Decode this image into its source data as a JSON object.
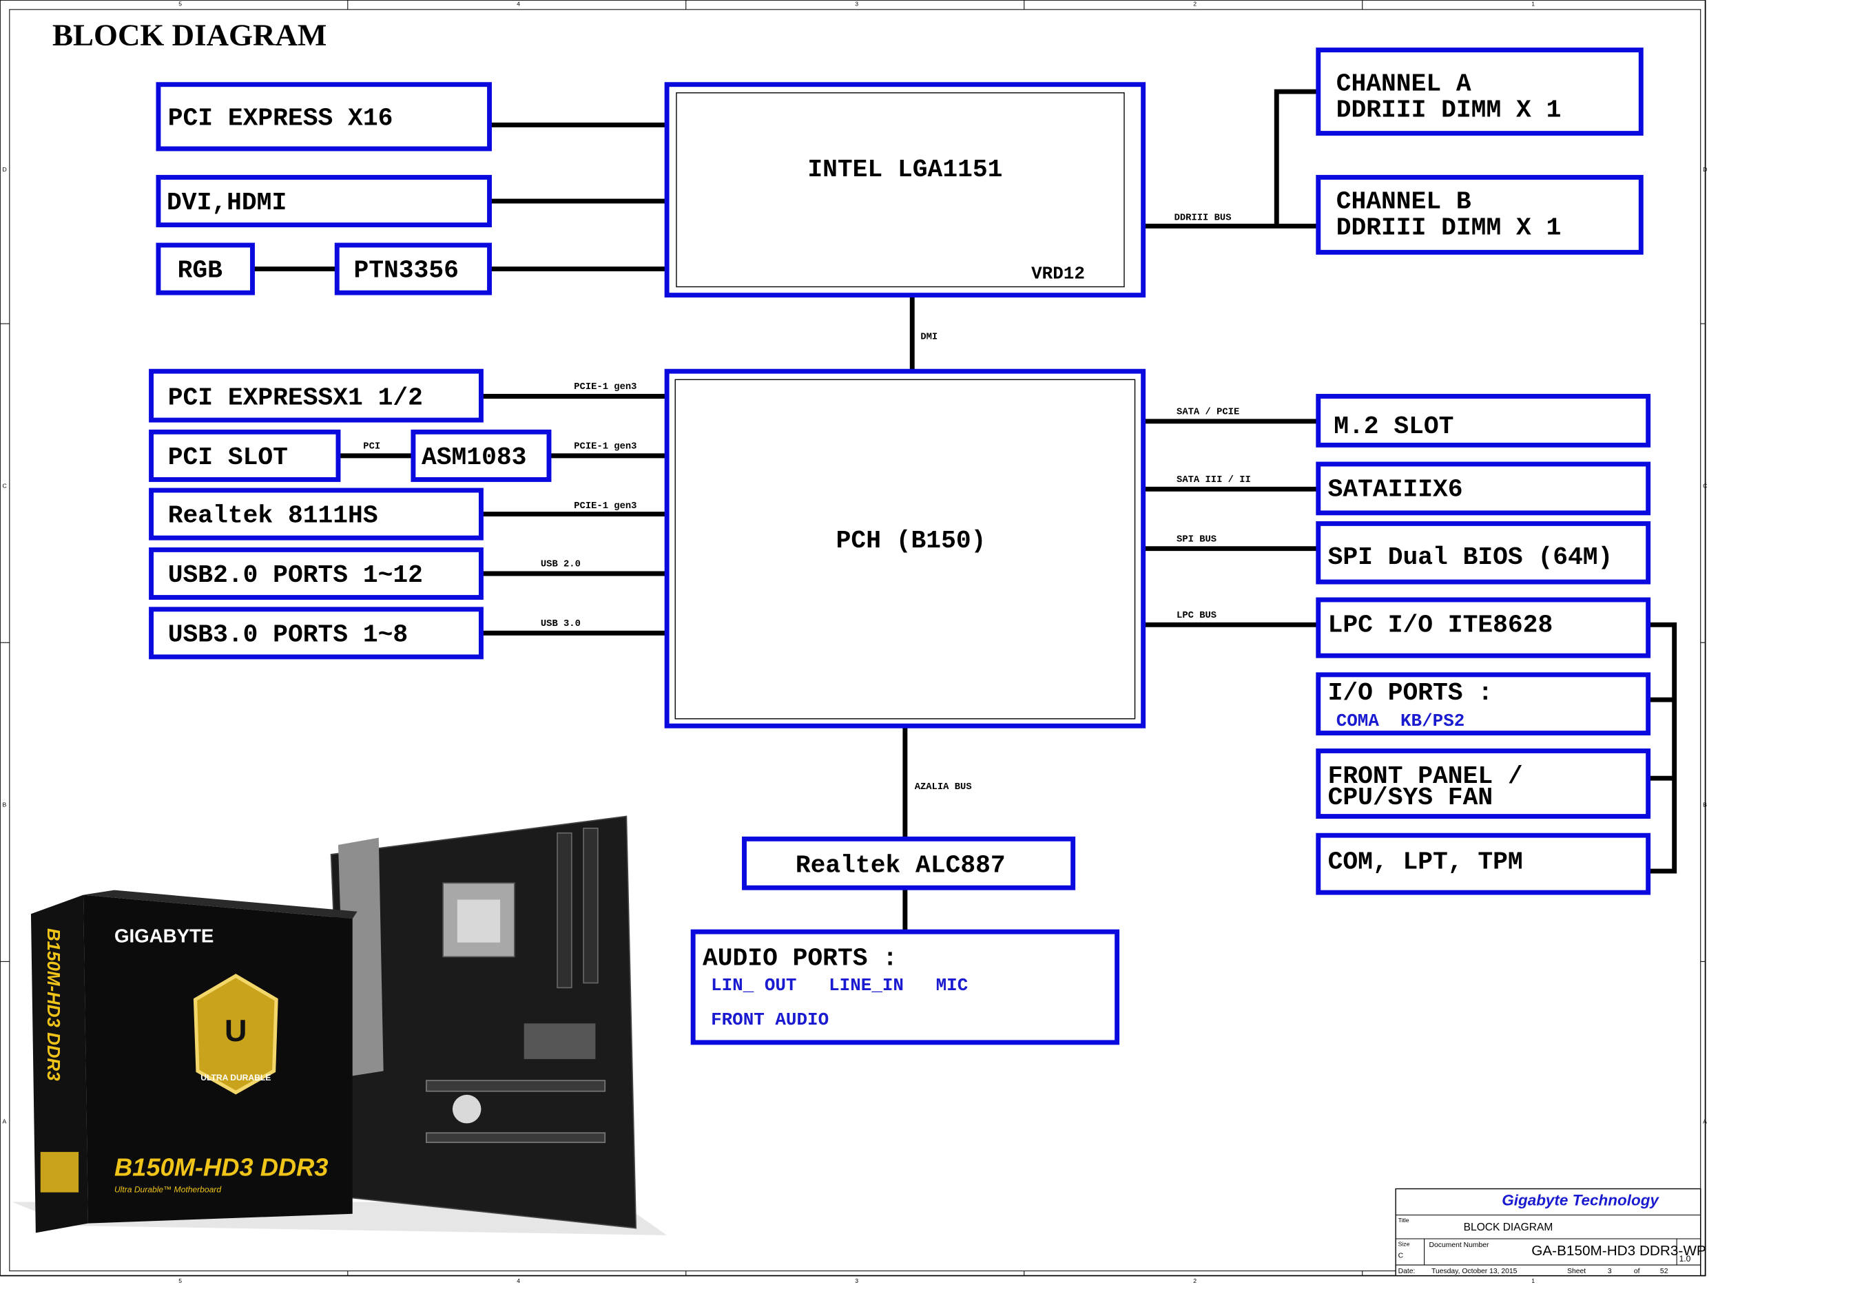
{
  "title": "BLOCK DIAGRAM",
  "border_marks": {
    "columns": [
      "5",
      "4",
      "3",
      "2",
      "1"
    ],
    "rows": [
      "D",
      "C",
      "B",
      "A"
    ]
  },
  "cpu": {
    "label": "INTEL LGA1151",
    "sublabel": "VRD12"
  },
  "pch": {
    "label": "PCH (B150)"
  },
  "left_cpu_blocks": {
    "pcie16": "PCI EXPRESS X16",
    "dvi": "DVI,HDMI",
    "rgb": "RGB",
    "ptn": "PTN3356"
  },
  "memory": {
    "channel_a": [
      "CHANNEL A",
      "DDRIII DIMM X 1"
    ],
    "channel_b": [
      "CHANNEL B",
      "DDRIII DIMM X 1"
    ],
    "bus_label": "DDRIII BUS"
  },
  "dmi_label": "DMI",
  "left_pch_blocks": {
    "pcie1": "PCI EXPRESSX1 1/2",
    "pci_slot": "PCI SLOT",
    "asm": "ASM1083",
    "realtek_lan": "Realtek 8111HS",
    "usb2": "USB2.0 PORTS 1~12",
    "usb3": "USB3.0 PORTS 1~8"
  },
  "left_bus_labels": {
    "pcie_gen3_1": "PCIE-1 gen3",
    "pcie_gen3_2": "PCIE-1 gen3",
    "pcie_gen3_3": "PCIE-1 gen3",
    "pci": "PCI",
    "usb2": "USB 2.0",
    "usb3": "USB 3.0"
  },
  "right_pch_blocks": {
    "m2": "M.2 SLOT",
    "sata": "SATAIIIX6",
    "spi": "SPI Dual BIOS (64M)",
    "lpc": "LPC I/O ITE8628",
    "io_ports": "I/O PORTS :",
    "io_sub": "COMA  KB/PS2",
    "front_panel": [
      "FRONT PANEL /",
      "CPU/SYS FAN"
    ],
    "com": "COM, LPT, TPM"
  },
  "right_bus_labels": {
    "sata_pcie": "SATA / PCIE",
    "sata3": "SATA III / II",
    "spi": "SPI BUS",
    "lpc": "LPC BUS"
  },
  "audio": {
    "bus_label": "AZALIA BUS",
    "codec": "Realtek ALC887",
    "ports_title": "AUDIO PORTS :",
    "ports_line1": "LIN_ OUT   LINE_IN   MIC",
    "ports_line2": "FRONT AUDIO"
  },
  "product": {
    "brand": "GIGABYTE",
    "model": "B150M-HD3 DDR3",
    "badge": "ULTRA DURABLE",
    "tagline": "Ultra Durable™ Motherboard"
  },
  "title_block": {
    "company": "Gigabyte Technology",
    "title_label": "Title",
    "title": "BLOCK DIAGRAM",
    "size_label": "Size",
    "size": "C",
    "docnum_label": "Document Number",
    "docnum": "GA-B150M-HD3 DDR3-WP",
    "rev": "1.0",
    "date_label": "Date:",
    "date": "Tuesday, October 13, 2015",
    "sheet_label": "Sheet",
    "sheet": "3",
    "of_label": "of",
    "of": "52"
  },
  "colors": {
    "box": "#0a0adf",
    "line": "#000000",
    "blue_text": "#1a1ad0"
  }
}
